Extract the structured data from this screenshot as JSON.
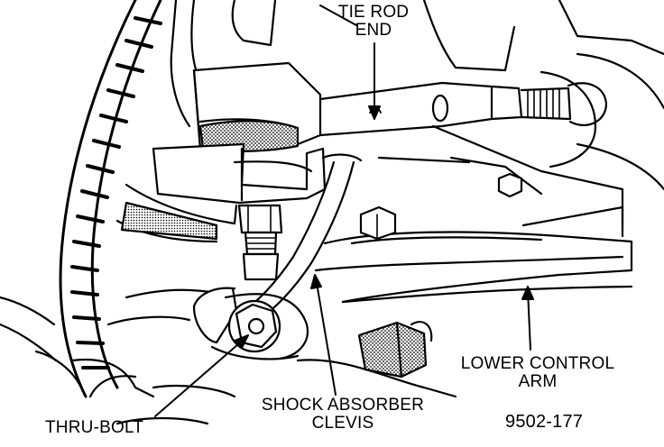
{
  "labels": {
    "tie_rod_line1": "TIE ROD",
    "tie_rod_line2": "END",
    "lower_control_line1": "LOWER CONTROL",
    "lower_control_line2": "ARM",
    "shock_line1": "SHOCK ABSORBER",
    "shock_line2": "CLEVIS",
    "thru_bolt": "THRU-BOLT",
    "figure_number": "9502-177"
  },
  "colors": {
    "ink": "#000000",
    "paper": "#ffffff",
    "shade": "#6e6e6e"
  }
}
